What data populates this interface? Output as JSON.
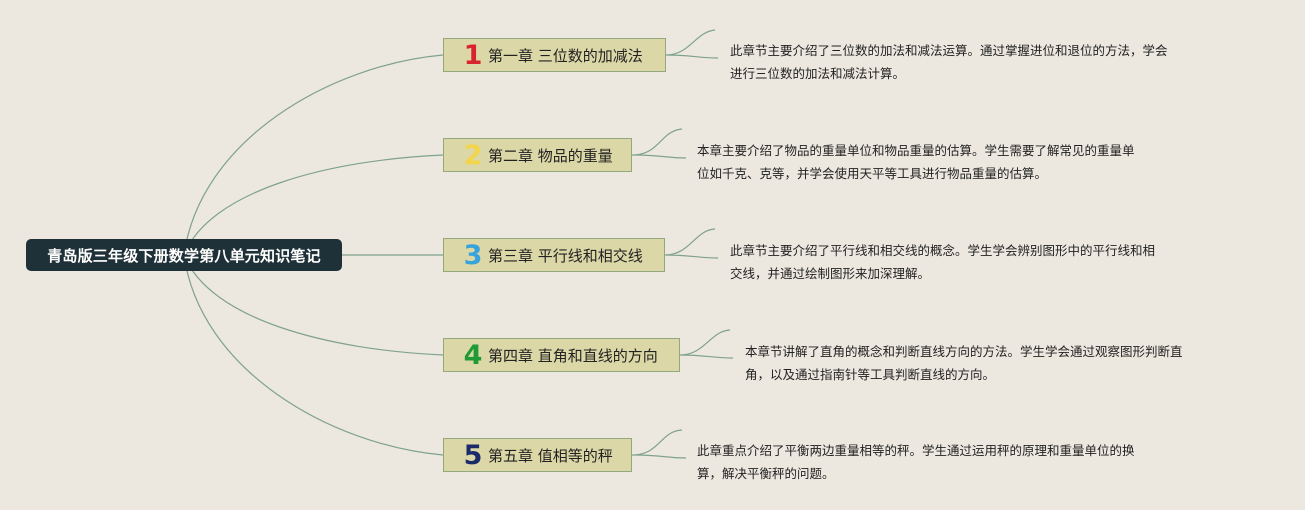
{
  "root": {
    "label": "青岛版三年级下册数学第八单元知识笔记"
  },
  "colors": {
    "background": "#ede8df",
    "root_fill": "#1f3138",
    "node_fill": "#dcd7a7",
    "node_border": "#93a87e",
    "link": "#7fa28d"
  },
  "chapters": [
    {
      "number": "1",
      "number_color": "#d8252c",
      "title": "第一章 三位数的加减法",
      "desc_lines": [
        "此章节主要介绍了三位数的加法和减法运算。通过掌握进位和退位的方法，学会",
        "进行三位数的加法和减法计算。"
      ]
    },
    {
      "number": "2",
      "number_color": "#f2d54a",
      "title": "第二章 物品的重量",
      "desc_lines": [
        "本章主要介绍了物品的重量单位和物品重量的估算。学生需要了解常见的重量单",
        "位如千克、克等，并学会使用天平等工具进行物品重量的估算。"
      ]
    },
    {
      "number": "3",
      "number_color": "#36a3dc",
      "title": "第三章 平行线和相交线",
      "desc_lines": [
        "此章节主要介绍了平行线和相交线的概念。学生学会辨别图形中的平行线和相",
        "交线，并通过绘制图形来加深理解。"
      ]
    },
    {
      "number": "4",
      "number_color": "#1f9a35",
      "title": "第四章 直角和直线的方向",
      "desc_lines": [
        "本章节讲解了直角的概念和判断直线方向的方法。学生学会通过观察图形判断直",
        "角，以及通过指南针等工具判断直线的方向。"
      ]
    },
    {
      "number": "5",
      "number_color": "#1c2a6a",
      "title": "第五章 值相等的秤",
      "desc_lines": [
        "此章重点介绍了平衡两边重量相等的秤。学生通过运用秤的原理和重量单位的换",
        "算，解决平衡秤的问题。"
      ]
    }
  ]
}
